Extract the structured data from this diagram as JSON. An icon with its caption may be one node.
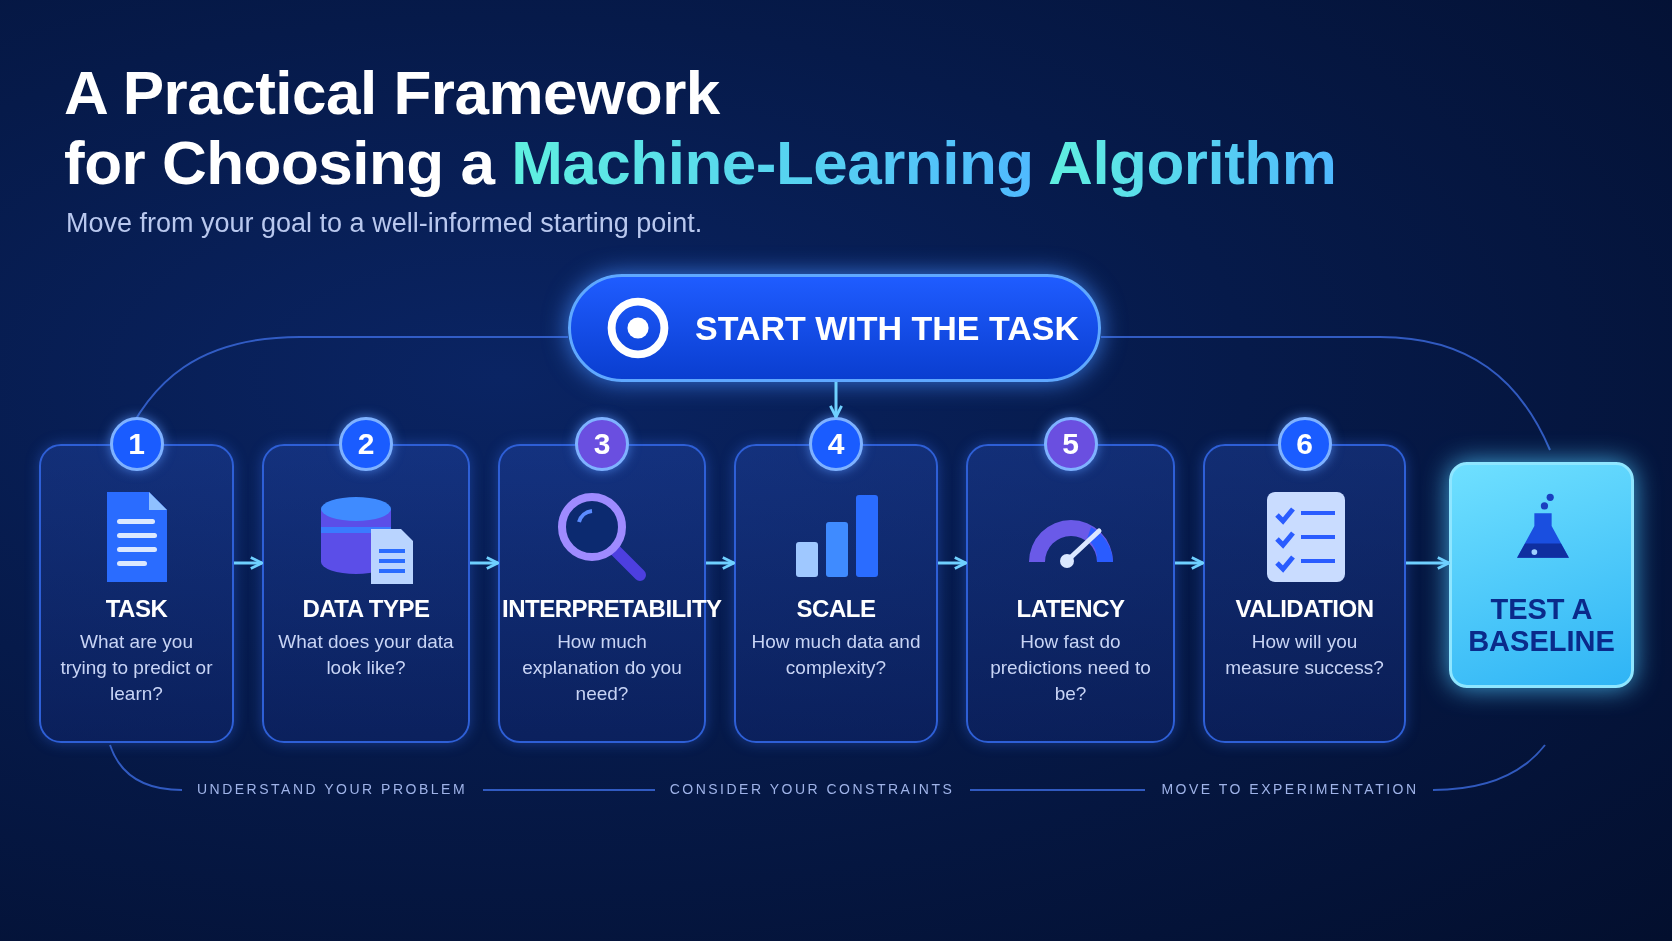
{
  "diagram": {
    "title": "A Practical Framework for Choosing a Machine-Learning Algorithm",
    "nodes": [
      {
        "text": [
          "START WITH THE TASK"
        ]
      },
      {
        "text": [
          "1",
          "TASK",
          "What are you trying to predict or learn?"
        ]
      },
      {
        "text": [
          "2",
          "DATA TYPE",
          "What does your data look like?"
        ]
      },
      {
        "text": [
          "3",
          "INTERPRETABILITY",
          "How much explanation do you need?"
        ]
      },
      {
        "text": [
          "4",
          "SCALE",
          "How much data and complexity?"
        ]
      },
      {
        "text": [
          "5",
          "LATENCY",
          "How fast do predictions need to be?"
        ]
      },
      {
        "text": [
          "6",
          "VALIDATION",
          "How will you measure success?"
        ]
      },
      {
        "text": [
          "TEST A BASELINE"
        ]
      }
    ],
    "edges": [
      {
        "from": 0,
        "to": 4,
        "arrow": "to"
      },
      {
        "from": 1,
        "to": 2,
        "arrow": "to"
      },
      {
        "from": 2,
        "to": 3,
        "arrow": "to"
      },
      {
        "from": 3,
        "to": 4,
        "arrow": "to"
      },
      {
        "from": 4,
        "to": 5,
        "arrow": "to"
      },
      {
        "from": 5,
        "to": 6,
        "arrow": "to"
      },
      {
        "from": 6,
        "to": 7,
        "arrow": "to"
      }
    ],
    "labels": [
      "Move from your goal to a well-informed starting point.",
      "UNDERSTAND YOUR PROBLEM",
      "CONSIDER YOUR CONSTRAINTS",
      "MOVE TO EXPERIMENTATION"
    ]
  }
}
